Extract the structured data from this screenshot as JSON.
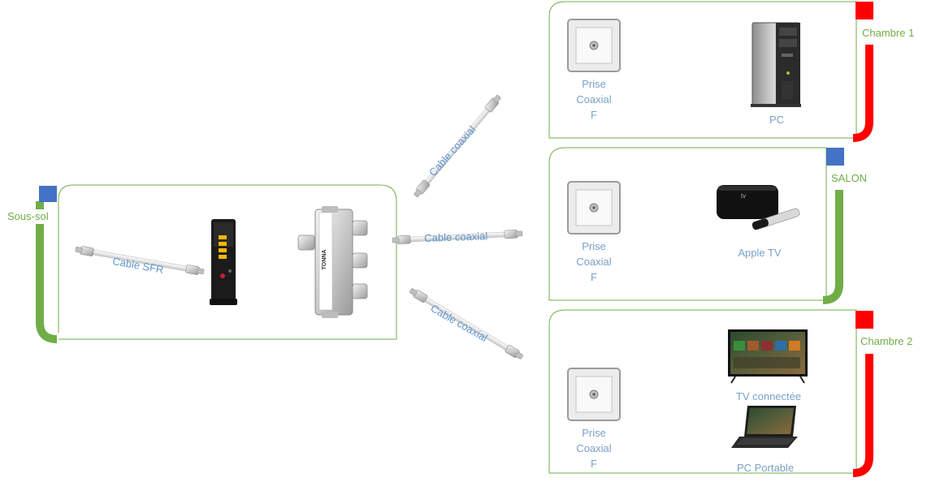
{
  "rooms": {
    "sous_sol": {
      "name": "Sous-sol",
      "marker_color": "#4472c4",
      "border_color": "#70ad47"
    },
    "chambre1": {
      "name": "Chambre 1",
      "marker_color": "#ff0000",
      "border_color": "#70ad47",
      "accent_color": "#ff0000"
    },
    "salon": {
      "name": "SALON",
      "marker_color": "#4472c4",
      "border_color": "#70ad47",
      "accent_color": "#70ad47"
    },
    "chambre2": {
      "name": "Chambre 2",
      "marker_color": "#ff0000",
      "border_color": "#70ad47",
      "accent_color": "#ff0000"
    }
  },
  "cables": {
    "sfr": "Cable SFR",
    "to_chambre1": "Cable coaxial",
    "to_salon": "Cable coaxial",
    "to_chambre2": "Cable coaxial"
  },
  "devices": {
    "chambre1_outlet": [
      "Prise",
      "Coaxial",
      "F"
    ],
    "chambre1_pc": "PC",
    "salon_outlet": [
      "Prise",
      "Coaxial",
      "F"
    ],
    "salon_appletv": "Apple TV",
    "chambre2_outlet": [
      "Prise",
      "Coaxial",
      "F"
    ],
    "chambre2_tv": "TV connectée",
    "chambre2_laptop": "PC Portable"
  },
  "icons": {
    "modem": "modem-icon",
    "splitter": "coax-splitter-icon",
    "outlet": "coax-outlet-icon",
    "pc": "desktop-tower-icon",
    "appletv": "apple-tv-icon",
    "tv": "smart-tv-icon",
    "laptop": "laptop-icon",
    "splitter_brand": "TONNA"
  }
}
